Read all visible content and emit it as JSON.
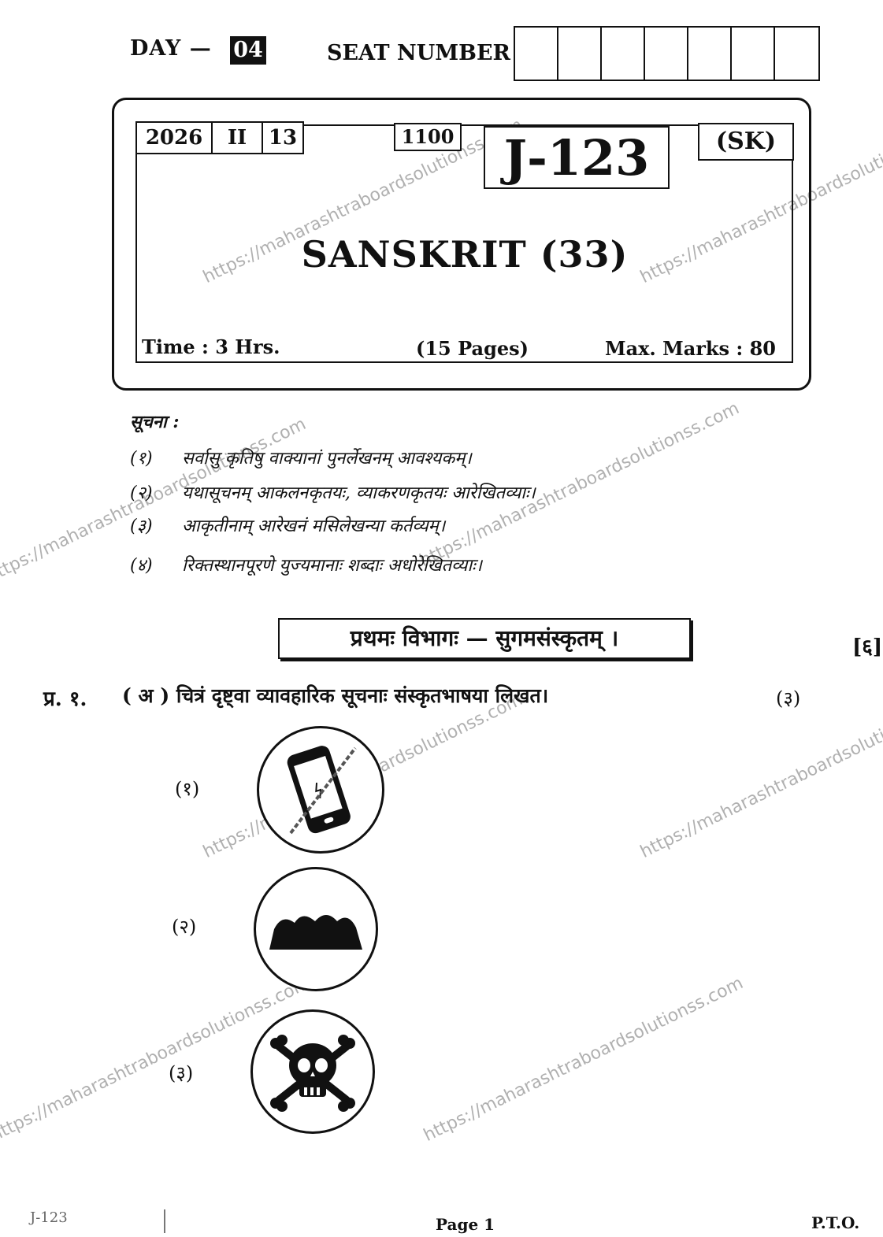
{
  "header": {
    "day_label": "DAY —",
    "day_number": "04",
    "seat_label": "SEAT NUMBER",
    "seat_box_count": 7
  },
  "paper": {
    "year": "2026",
    "term": "II",
    "date": "13",
    "batch": "1100",
    "code": "J-123",
    "medium": "(SK)",
    "subject": "SANSKRIT (33)",
    "time": "Time : 3 Hrs.",
    "pages": "(15 Pages)",
    "max_marks": "Max. Marks : 80"
  },
  "instructions": {
    "title": "सूचना :",
    "items": [
      {
        "num": "(१)",
        "text": "सर्वासु कृतिषु वाक्यानां पुनर्लेखनम् आवश्यकम्।"
      },
      {
        "num": "(२)",
        "text": "यथासूचनम् आकलनकृतयः, व्याकरणकृतयः आरेखितव्याः।"
      },
      {
        "num": "(३)",
        "text": "आकृतीनाम् आरेखनं मसिलेखन्या कर्तव्यम्।"
      },
      {
        "num": "(४)",
        "text": "रिक्तस्थानपूरणे युज्यमानाः शब्दाः अधोरेखितव्याः।"
      }
    ]
  },
  "section": {
    "title": "प्रथमः विभागः — सुगमसंस्कृतम् ।",
    "marks": "[६]"
  },
  "question": {
    "label": "प्र. १.",
    "text": "( अ ) चित्रं दृष्ट्वा व्यावहारिक सूचनाः संस्कृतभाषया लिखत।",
    "marks": "(३)",
    "pictures": [
      {
        "num": "(१)",
        "icon": "mobile-phone-no-use-icon"
      },
      {
        "num": "(२)",
        "icon": "speed-breaker-icon"
      },
      {
        "num": "(३)",
        "icon": "skull-crossbones-danger-icon"
      }
    ]
  },
  "footer": {
    "code": "J-123",
    "page": "Page 1",
    "pto": "P.T.O."
  },
  "watermark": "https://maharashtraboardsolutionss.com"
}
